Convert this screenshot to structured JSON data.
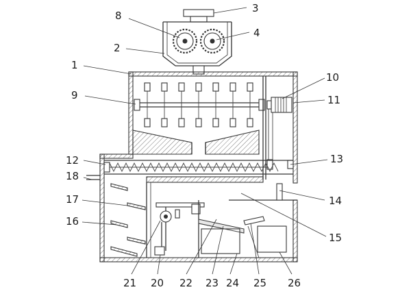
{
  "part_labels": [
    "1",
    "2",
    "3",
    "4",
    "8",
    "9",
    "10",
    "11",
    "12",
    "13",
    "14",
    "15",
    "16",
    "17",
    "18",
    "20",
    "21",
    "22",
    "23",
    "24",
    "25",
    "26"
  ],
  "colors": {
    "line": "#333333",
    "background": "#ffffff"
  }
}
